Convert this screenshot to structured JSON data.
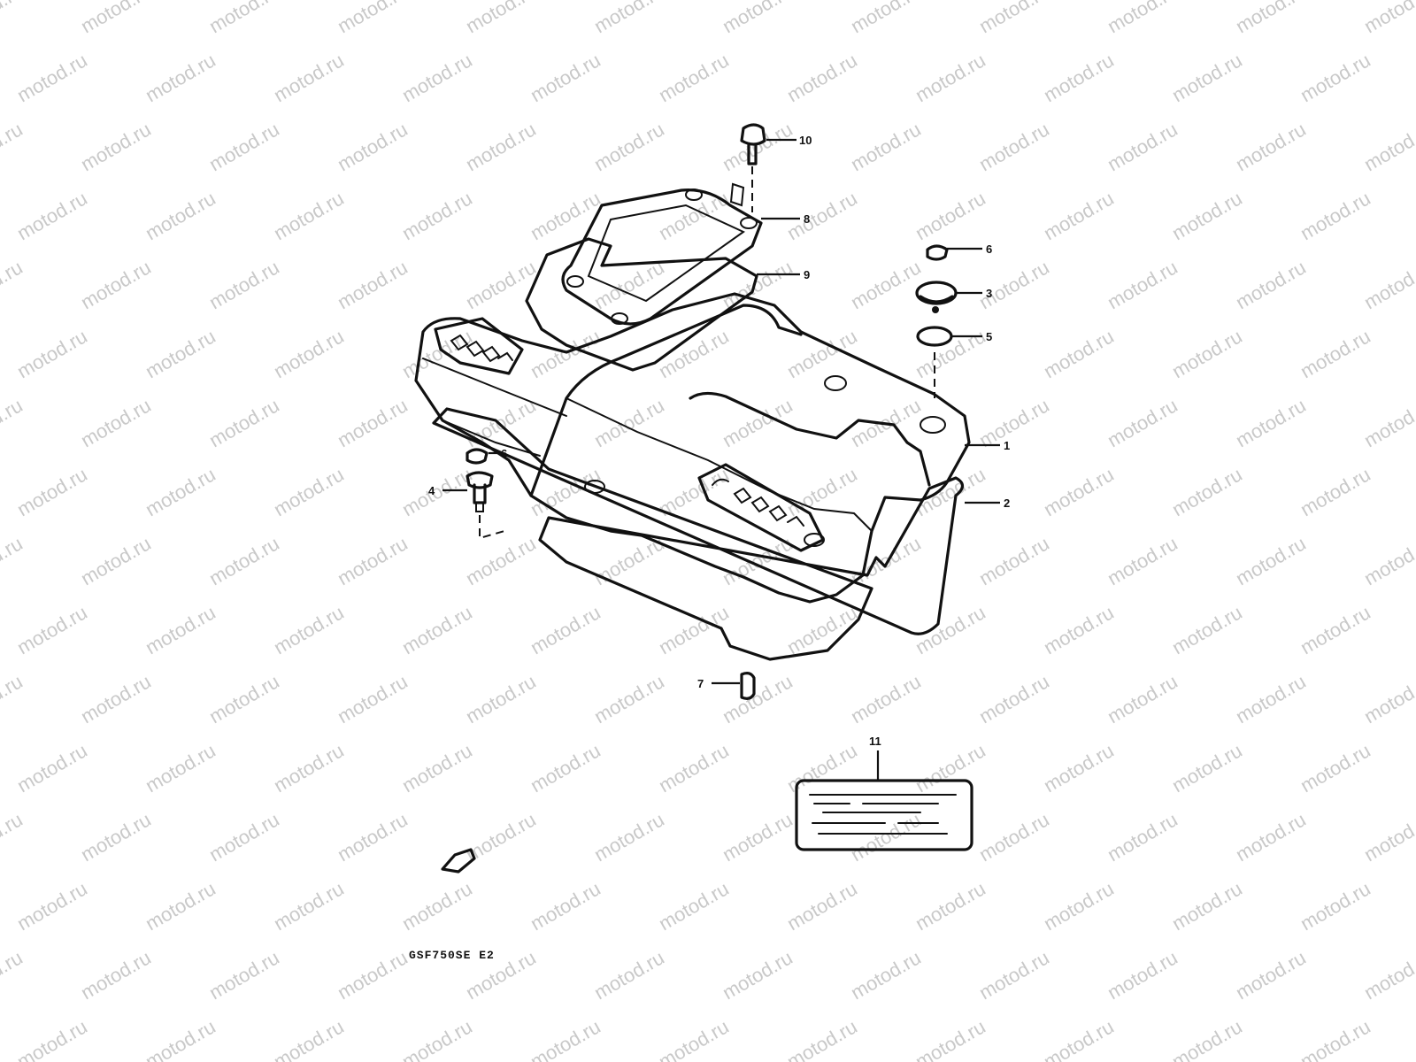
{
  "watermark": {
    "text": "motod.ru"
  },
  "callouts": {
    "c1": "1",
    "c2": "2",
    "c3": "3",
    "c4": "4",
    "c5": "5",
    "c6a": "6",
    "c6b": "6",
    "c7": "7",
    "c8": "8",
    "c9": "9",
    "c10": "10",
    "c11": "11"
  },
  "model_code": "GSF750SE E2"
}
